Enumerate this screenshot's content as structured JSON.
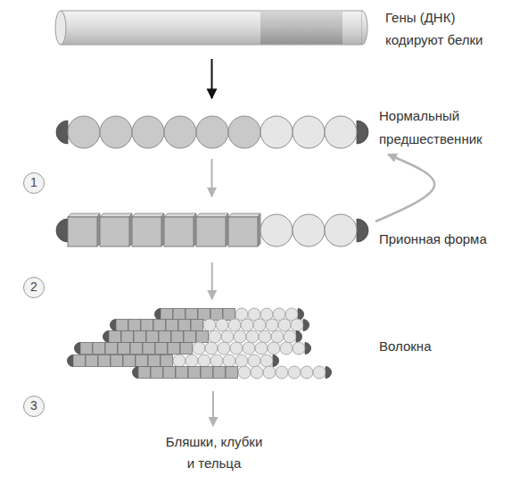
{
  "diagram": {
    "nodes": [
      {
        "text": [
          "Гены (ДНК) кодируют белки"
        ]
      },
      {
        "text": [
          "Нормальный предшественник"
        ]
      },
      {
        "text": [
          "Прионная форма"
        ]
      },
      {
        "text": [
          "Волокна"
        ]
      },
      {
        "text": [
          "Бляшки, клубки и тельца"
        ]
      }
    ],
    "edges": [
      {
        "from": 0,
        "to": 1,
        "arrow": "to"
      },
      {
        "from": 1,
        "to": 2,
        "arrow": "to"
      },
      {
        "from": 2,
        "to": 1,
        "arrow": "to"
      },
      {
        "from": 2,
        "to": 3,
        "arrow": "to"
      },
      {
        "from": 3,
        "to": 4,
        "arrow": "to"
      }
    ],
    "labels": [
      "1",
      "2",
      "3"
    ]
  }
}
